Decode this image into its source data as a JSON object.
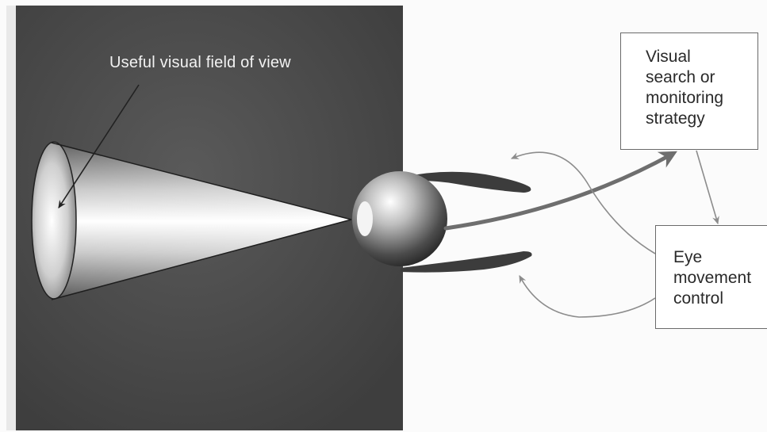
{
  "diagram": {
    "fov_label": "Useful visual field of view",
    "strategy_box": "Visual\nsearch or\nmonitoring\nstrategy",
    "eye_box": "Eye\nmovement\ncontrol"
  },
  "colors": {
    "panel": "#4a4a4a",
    "arrow": "#8c8c8c",
    "box_border": "#6a6a6a",
    "text": "#2a2a2a"
  },
  "icons": [
    "eye-icon",
    "cone-icon"
  ]
}
